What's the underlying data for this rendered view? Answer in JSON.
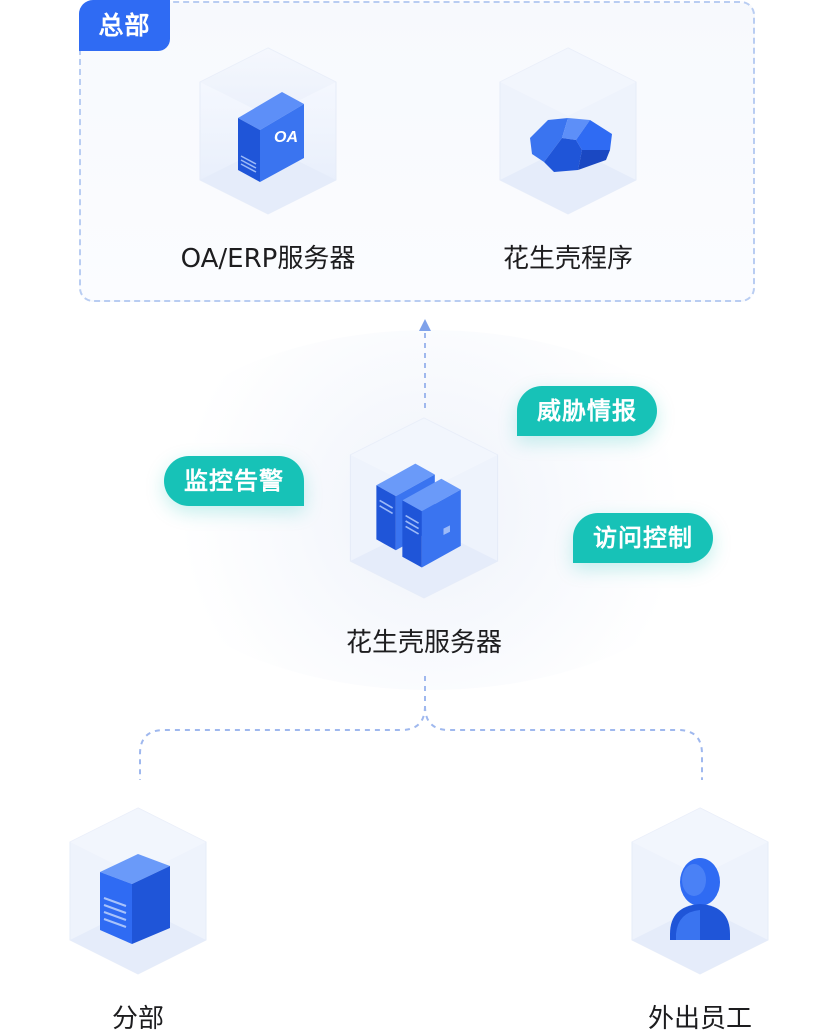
{
  "headquarters": {
    "badge": "总部",
    "nodes": [
      {
        "label": "OA/ERP服务器",
        "icon": "oa-server-icon",
        "icon_text": "OA"
      },
      {
        "label": "花生壳程序",
        "icon": "peanut-shell-icon"
      }
    ]
  },
  "center": {
    "label": "花生壳服务器",
    "icon": "server-rack-icon"
  },
  "features": [
    "威胁情报",
    "监控告警",
    "访问控制"
  ],
  "endpoints": [
    {
      "label": "分部",
      "icon": "building-icon"
    },
    {
      "label": "外出员工",
      "icon": "person-icon"
    }
  ],
  "colors": {
    "accent": "#2f6bf3",
    "pill": "#17c2b7",
    "dashed_line": "#9fb8ee"
  }
}
